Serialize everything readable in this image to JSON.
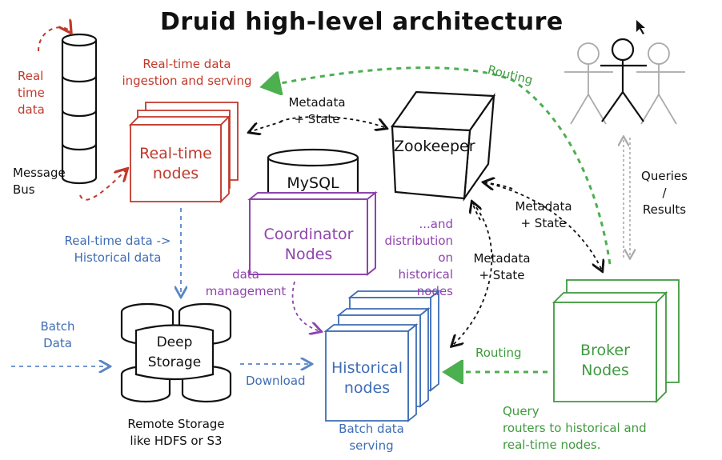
{
  "title": "Druid high-level architecture",
  "colors": {
    "realtime": "#c0392b",
    "coordinator": "#8e44ad",
    "historical": "#3e6db5",
    "broker": "#3f9a3f",
    "ink": "#111111",
    "grey": "#9a9a9a"
  },
  "nodes": {
    "realtime": "Real-time\nnodes",
    "zookeeper": "Zookeeper",
    "mysql": "MySQL",
    "coordinator": "Coordinator\nNodes",
    "deep_storage": "Deep\nStorage",
    "historical": "Historical\nnodes",
    "broker": "Broker\nNodes"
  },
  "labels": {
    "realtime_data": "Real\ntime\ndata",
    "message_bus": "Message\nBus",
    "rt_ingestion": "Real-time data\ningestion and serving",
    "metadata_state_top": "Metadata\n+ State",
    "routing_top": "Routing",
    "queries_results": "Queries\n/\nResults",
    "rt_to_hist": "Real-time data ->\nHistorical data",
    "distribution": "...and\ndistribution\non\nhistorical\nnodes",
    "metadata_state_broker": "Metadata\n+ State",
    "metadata_state_hist": "Metadata\n+ State",
    "data_management": "data\nmanagement",
    "batch_data": "Batch\nData",
    "download": "Download",
    "routing_bottom": "Routing",
    "remote_storage": "Remote Storage\nlike HDFS or S3",
    "batch_serving": "Batch data\nserving",
    "query_routers": "Query\nrouters to historical and\nreal-time nodes."
  },
  "icons": {
    "users": "users-icon",
    "cursor": "cursor-icon",
    "message_bus": "message-bus-icon",
    "database": "database-icon"
  }
}
